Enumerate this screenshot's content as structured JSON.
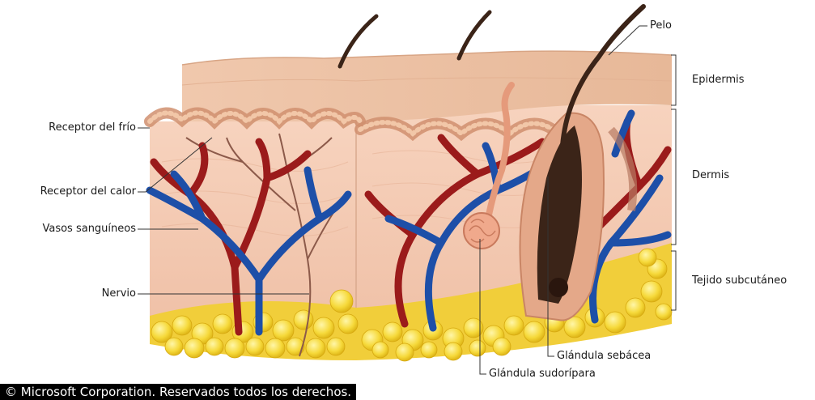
{
  "labels": {
    "pelo": "Pelo",
    "epidermis": "Epidermis",
    "dermis": "Dermis",
    "tejido_subcutaneo": "Tejido subcutáneo",
    "receptor_frio": "Receptor del frío",
    "receptor_calor": "Receptor del calor",
    "vasos_sanguineos": "Vasos sanguíneos",
    "nervio": "Nervio",
    "glandula_sebacea": "Glándula sebácea",
    "glandula_sudoripara": "Glándula sudorípara"
  },
  "copyright": "© Microsoft Corporation. Reservados todos los derechos.",
  "colors": {
    "artery": "#9b1b1b",
    "vein": "#1d4fa8",
    "fat": "#f2d22e",
    "dermis": "#f3c6ad",
    "epidermis": "#e8b896",
    "hair": "#3b2418"
  }
}
